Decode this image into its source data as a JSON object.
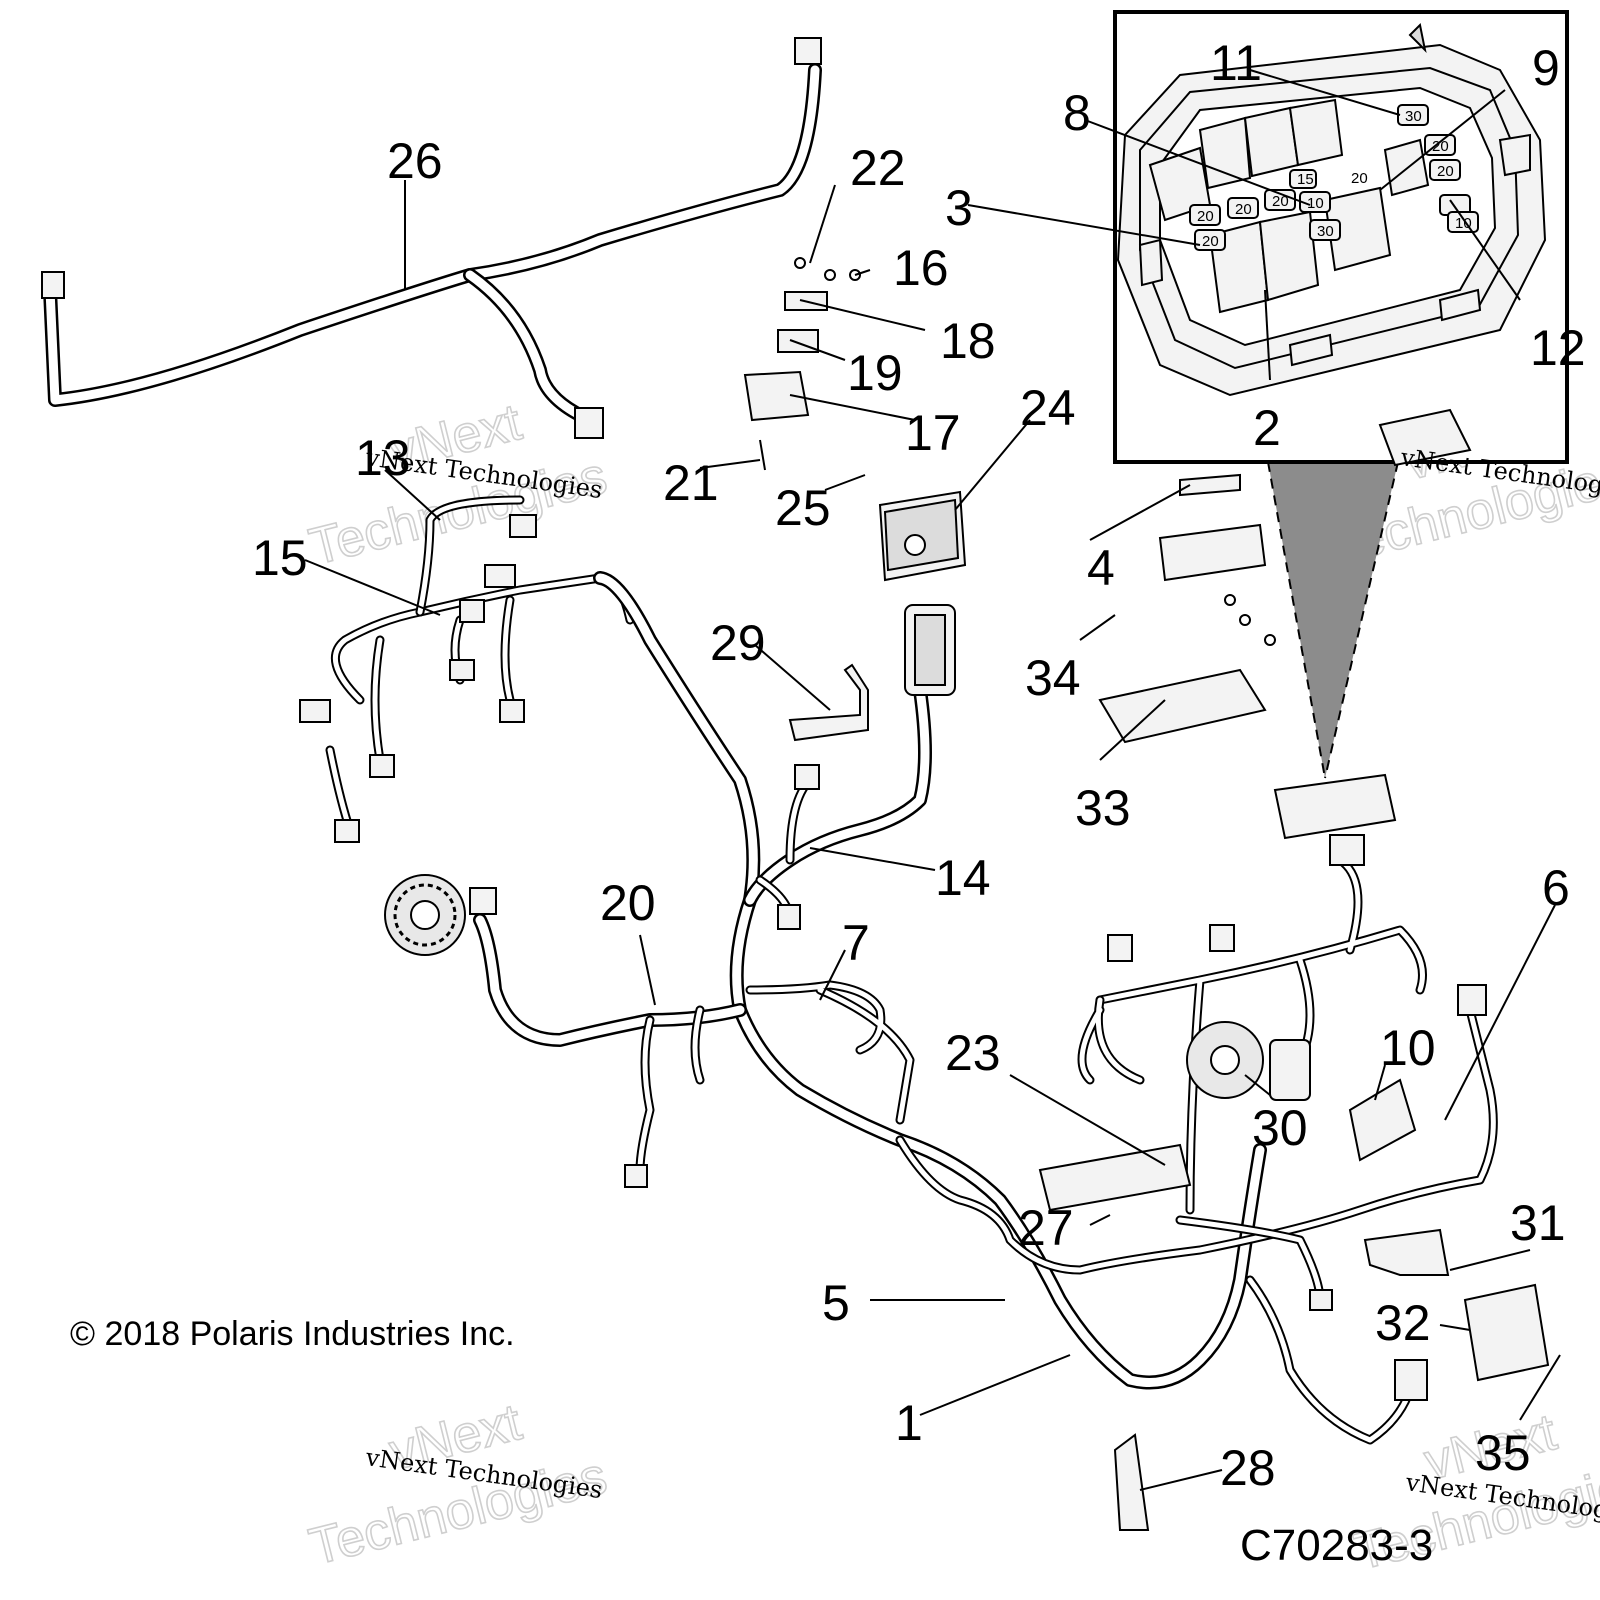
{
  "callouts": [
    {
      "label": "1"
    },
    {
      "label": "2"
    },
    {
      "label": "3"
    },
    {
      "label": "4"
    },
    {
      "label": "5"
    },
    {
      "label": "6"
    },
    {
      "label": "7"
    },
    {
      "label": "8"
    },
    {
      "label": "9"
    },
    {
      "label": "10"
    },
    {
      "label": "11"
    },
    {
      "label": "12"
    },
    {
      "label": "13"
    },
    {
      "label": "14"
    },
    {
      "label": "15"
    },
    {
      "label": "16"
    },
    {
      "label": "17"
    },
    {
      "label": "18"
    },
    {
      "label": "19"
    },
    {
      "label": "20"
    },
    {
      "label": "21"
    },
    {
      "label": "22"
    },
    {
      "label": "23"
    },
    {
      "label": "24"
    },
    {
      "label": "25"
    },
    {
      "label": "26"
    },
    {
      "label": "27"
    },
    {
      "label": "28"
    },
    {
      "label": "29"
    },
    {
      "label": "30"
    },
    {
      "label": "31"
    },
    {
      "label": "32"
    },
    {
      "label": "33"
    },
    {
      "label": "34"
    },
    {
      "label": "35"
    }
  ],
  "fuse_labels": [
    "20",
    "20",
    "20",
    "20",
    "30",
    "20",
    "20",
    "10",
    "20",
    "15",
    "30",
    "10"
  ],
  "watermark": {
    "line1": "vNext Technologies",
    "word_vnext": "vNext",
    "word_tech": "Technologies"
  },
  "copyright": "© 2018 Polaris Industries Inc.",
  "diagram_code": "C70283-3",
  "colors": {
    "line": "#000000",
    "background": "#ffffff",
    "zoom_cone": "#8c8c8c"
  }
}
